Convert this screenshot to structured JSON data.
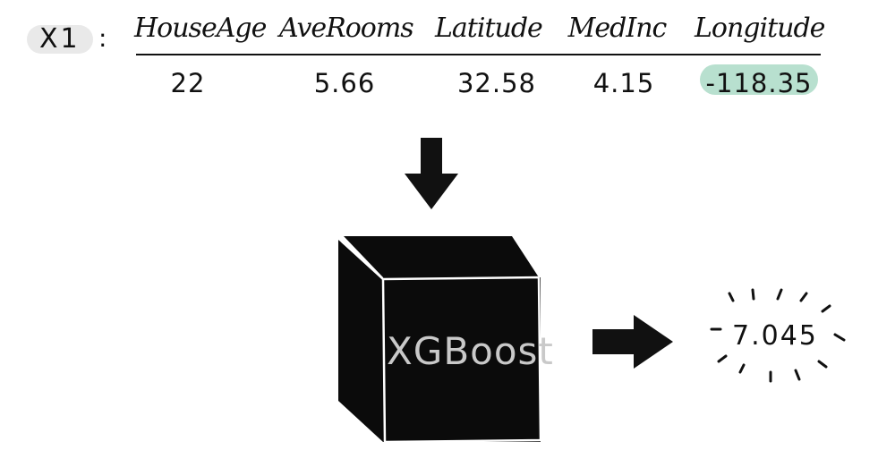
{
  "row_label": "X1",
  "colon": ":",
  "features": [
    {
      "name": "HouseAge",
      "value": "22"
    },
    {
      "name": "AveRooms",
      "value": "5.66"
    },
    {
      "name": "Latitude",
      "value": "32.58"
    },
    {
      "name": "MedInc",
      "value": "4.15"
    },
    {
      "name": "Longitude",
      "value": "-118.35"
    }
  ],
  "highlighted_feature": "Longitude",
  "highlight_color": "#b8e0cf",
  "model_label": "XGBoost",
  "prediction": "7.045",
  "icons": [
    "down-arrow-icon",
    "right-arrow-icon",
    "cube-icon",
    "sparkle-burst-icon"
  ]
}
